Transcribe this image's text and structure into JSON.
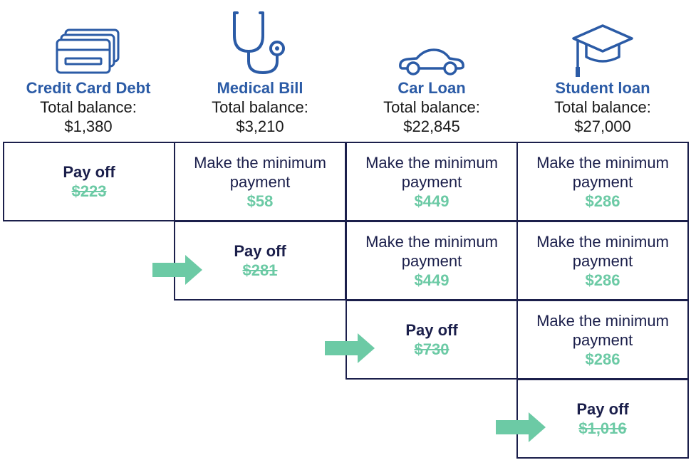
{
  "colors": {
    "heading": "#2b5ba6",
    "border": "#1b1f4b",
    "amount": "#6ccaa5"
  },
  "debts": [
    {
      "icon": "credit-card-icon",
      "name": "Credit Card Debt",
      "balance_label": "Total balance:",
      "balance": "$1,380"
    },
    {
      "icon": "stethoscope-icon",
      "name": "Medical Bill",
      "balance_label": "Total balance:",
      "balance": "$3,210"
    },
    {
      "icon": "car-icon",
      "name": "Car Loan",
      "balance_label": "Total balance:",
      "balance": "$22,845"
    },
    {
      "icon": "graduation-cap-icon",
      "name": "Student loan",
      "balance_label": "Total balance:",
      "balance": "$27,000"
    }
  ],
  "grid": {
    "row1": [
      {
        "type": "payoff",
        "label": "Pay off",
        "amount": "$223"
      },
      {
        "type": "minimum",
        "label": "Make the minimum payment",
        "amount": "$58"
      },
      {
        "type": "minimum",
        "label": "Make the minimum payment",
        "amount": "$449"
      },
      {
        "type": "minimum",
        "label": "Make the minimum payment",
        "amount": "$286"
      }
    ],
    "row2": [
      {
        "type": "payoff",
        "label": "Pay off",
        "amount": "$281"
      },
      {
        "type": "minimum",
        "label": "Make the minimum payment",
        "amount": "$449"
      },
      {
        "type": "minimum",
        "label": "Make the minimum payment",
        "amount": "$286"
      }
    ],
    "row3": [
      {
        "type": "payoff",
        "label": "Pay off",
        "amount": "$730"
      },
      {
        "type": "minimum",
        "label": "Make the minimum payment",
        "amount": "$286"
      }
    ],
    "row4": [
      {
        "type": "payoff",
        "label": "Pay off",
        "amount": "$1,016"
      }
    ]
  }
}
